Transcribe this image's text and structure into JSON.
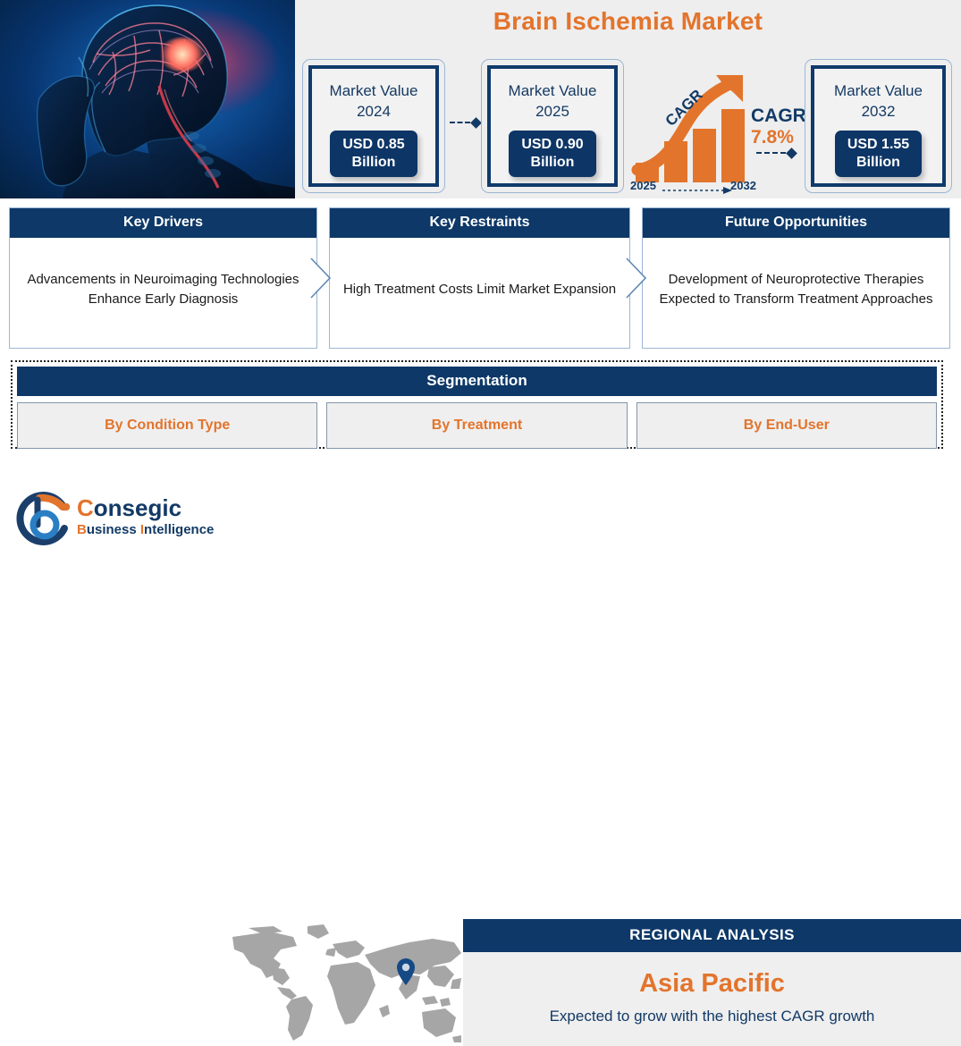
{
  "title": "Brain Ischemia Market",
  "hero": {
    "alt": "brain-ischemia-illustration"
  },
  "market_values": [
    {
      "label_line1": "Market Value",
      "label_line2": "2024",
      "value_line1": "USD 0.85",
      "value_line2": "Billion"
    },
    {
      "label_line1": "Market Value",
      "label_line2": "2025",
      "value_line1": "USD 0.90",
      "value_line2": "Billion"
    },
    {
      "label_line1": "Market Value",
      "label_line2": "2032",
      "value_line1": "USD 1.55",
      "value_line2": "Billion"
    }
  ],
  "cagr": {
    "chart_label": "CAGR",
    "label": "CAGR",
    "value": "7.8%",
    "start_year": "2025",
    "end_year": "2032"
  },
  "panels": [
    {
      "header": "Key Drivers",
      "body": "Advancements in Neuroimaging Technologies Enhance Early Diagnosis"
    },
    {
      "header": "Key Restraints",
      "body": "High Treatment Costs Limit Market Expansion"
    },
    {
      "header": "Future Opportunities",
      "body": "Development of Neuroprotective Therapies Expected to Transform Treatment Approaches"
    }
  ],
  "segmentation": {
    "header": "Segmentation",
    "items": [
      "By Condition Type",
      "By Treatment",
      "By End-User"
    ]
  },
  "region": {
    "header": "REGIONAL ANALYSIS",
    "name": "Asia Pacific",
    "subtitle": "Expected to grow with the highest CAGR growth"
  },
  "logo": {
    "mark_letter": "b",
    "name_first": "C",
    "name_rest": "onsegic",
    "tag_first": "B",
    "tag_rest": "usiness ",
    "tag_second": "I",
    "tag_second_rest": "ntelligence"
  },
  "colors": {
    "navy": "#0d3868",
    "orange": "#e3742c",
    "light_gray": "#eeeeee",
    "map_gray": "#a6a6a6",
    "pin_navy": "#154a84"
  },
  "chart_data": {
    "type": "bar",
    "title": "CAGR",
    "categories": [
      "2025",
      "",
      "",
      "2032"
    ],
    "values": [
      18,
      52,
      72,
      96
    ],
    "ylabel": "",
    "xlabel": "",
    "annotation": "7.8%",
    "x_start_label": "2025",
    "x_end_label": "2032"
  }
}
